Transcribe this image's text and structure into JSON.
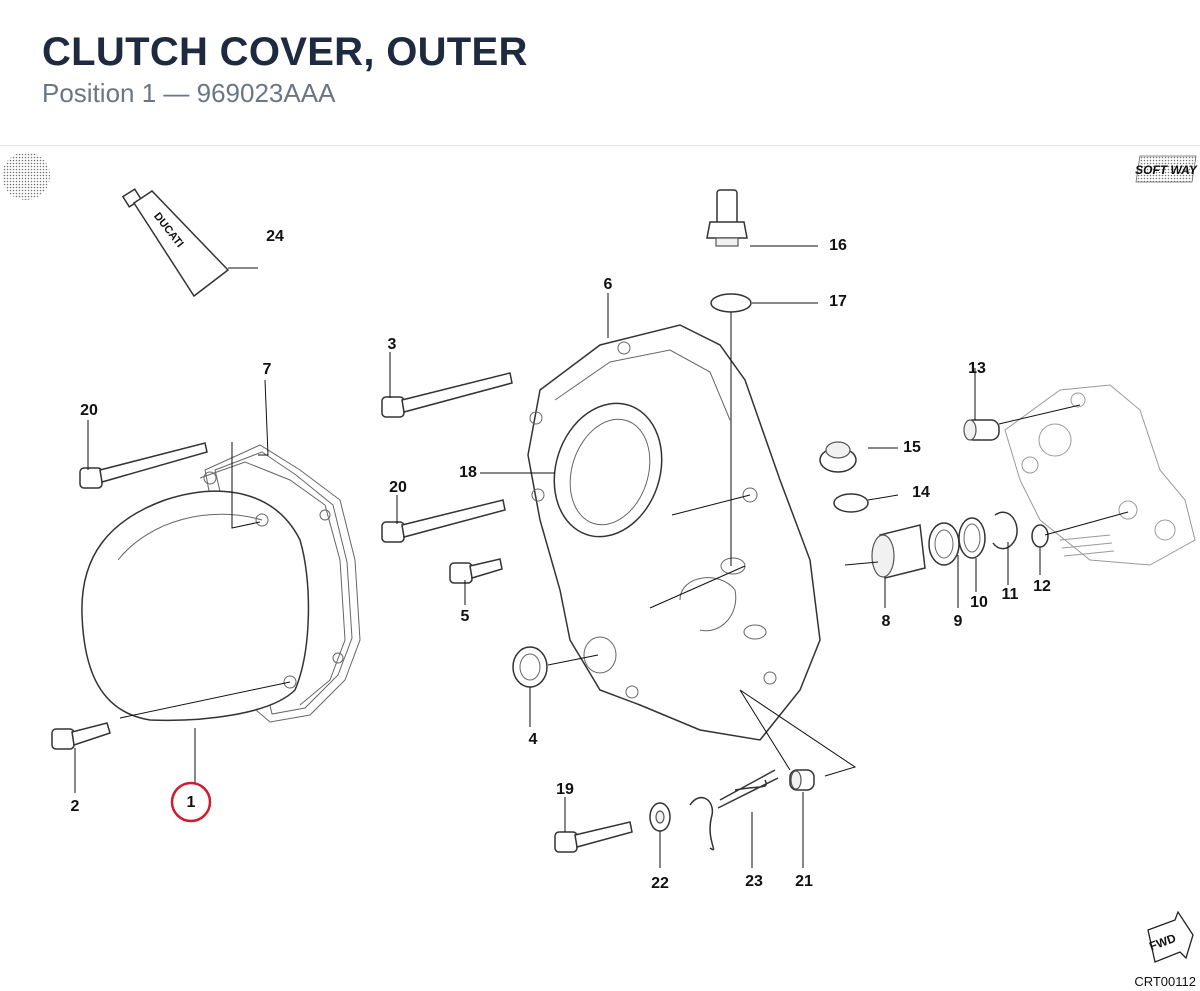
{
  "header": {
    "title": "CLUTCH COVER, OUTER",
    "subtitle": "Position 1 — 969023AAA"
  },
  "diagram": {
    "brand_logo": "SOFT WAY",
    "tube_text": "DUCATI",
    "fwd_label": "FWD",
    "code": "CRT00112",
    "highlight_color": "#cc1f2b",
    "callouts": [
      "1",
      "2",
      "3",
      "4",
      "5",
      "6",
      "7",
      "8",
      "9",
      "10",
      "11",
      "12",
      "13",
      "14",
      "15",
      "16",
      "17",
      "18",
      "19",
      "20",
      "20",
      "21",
      "22",
      "23",
      "24"
    ]
  }
}
